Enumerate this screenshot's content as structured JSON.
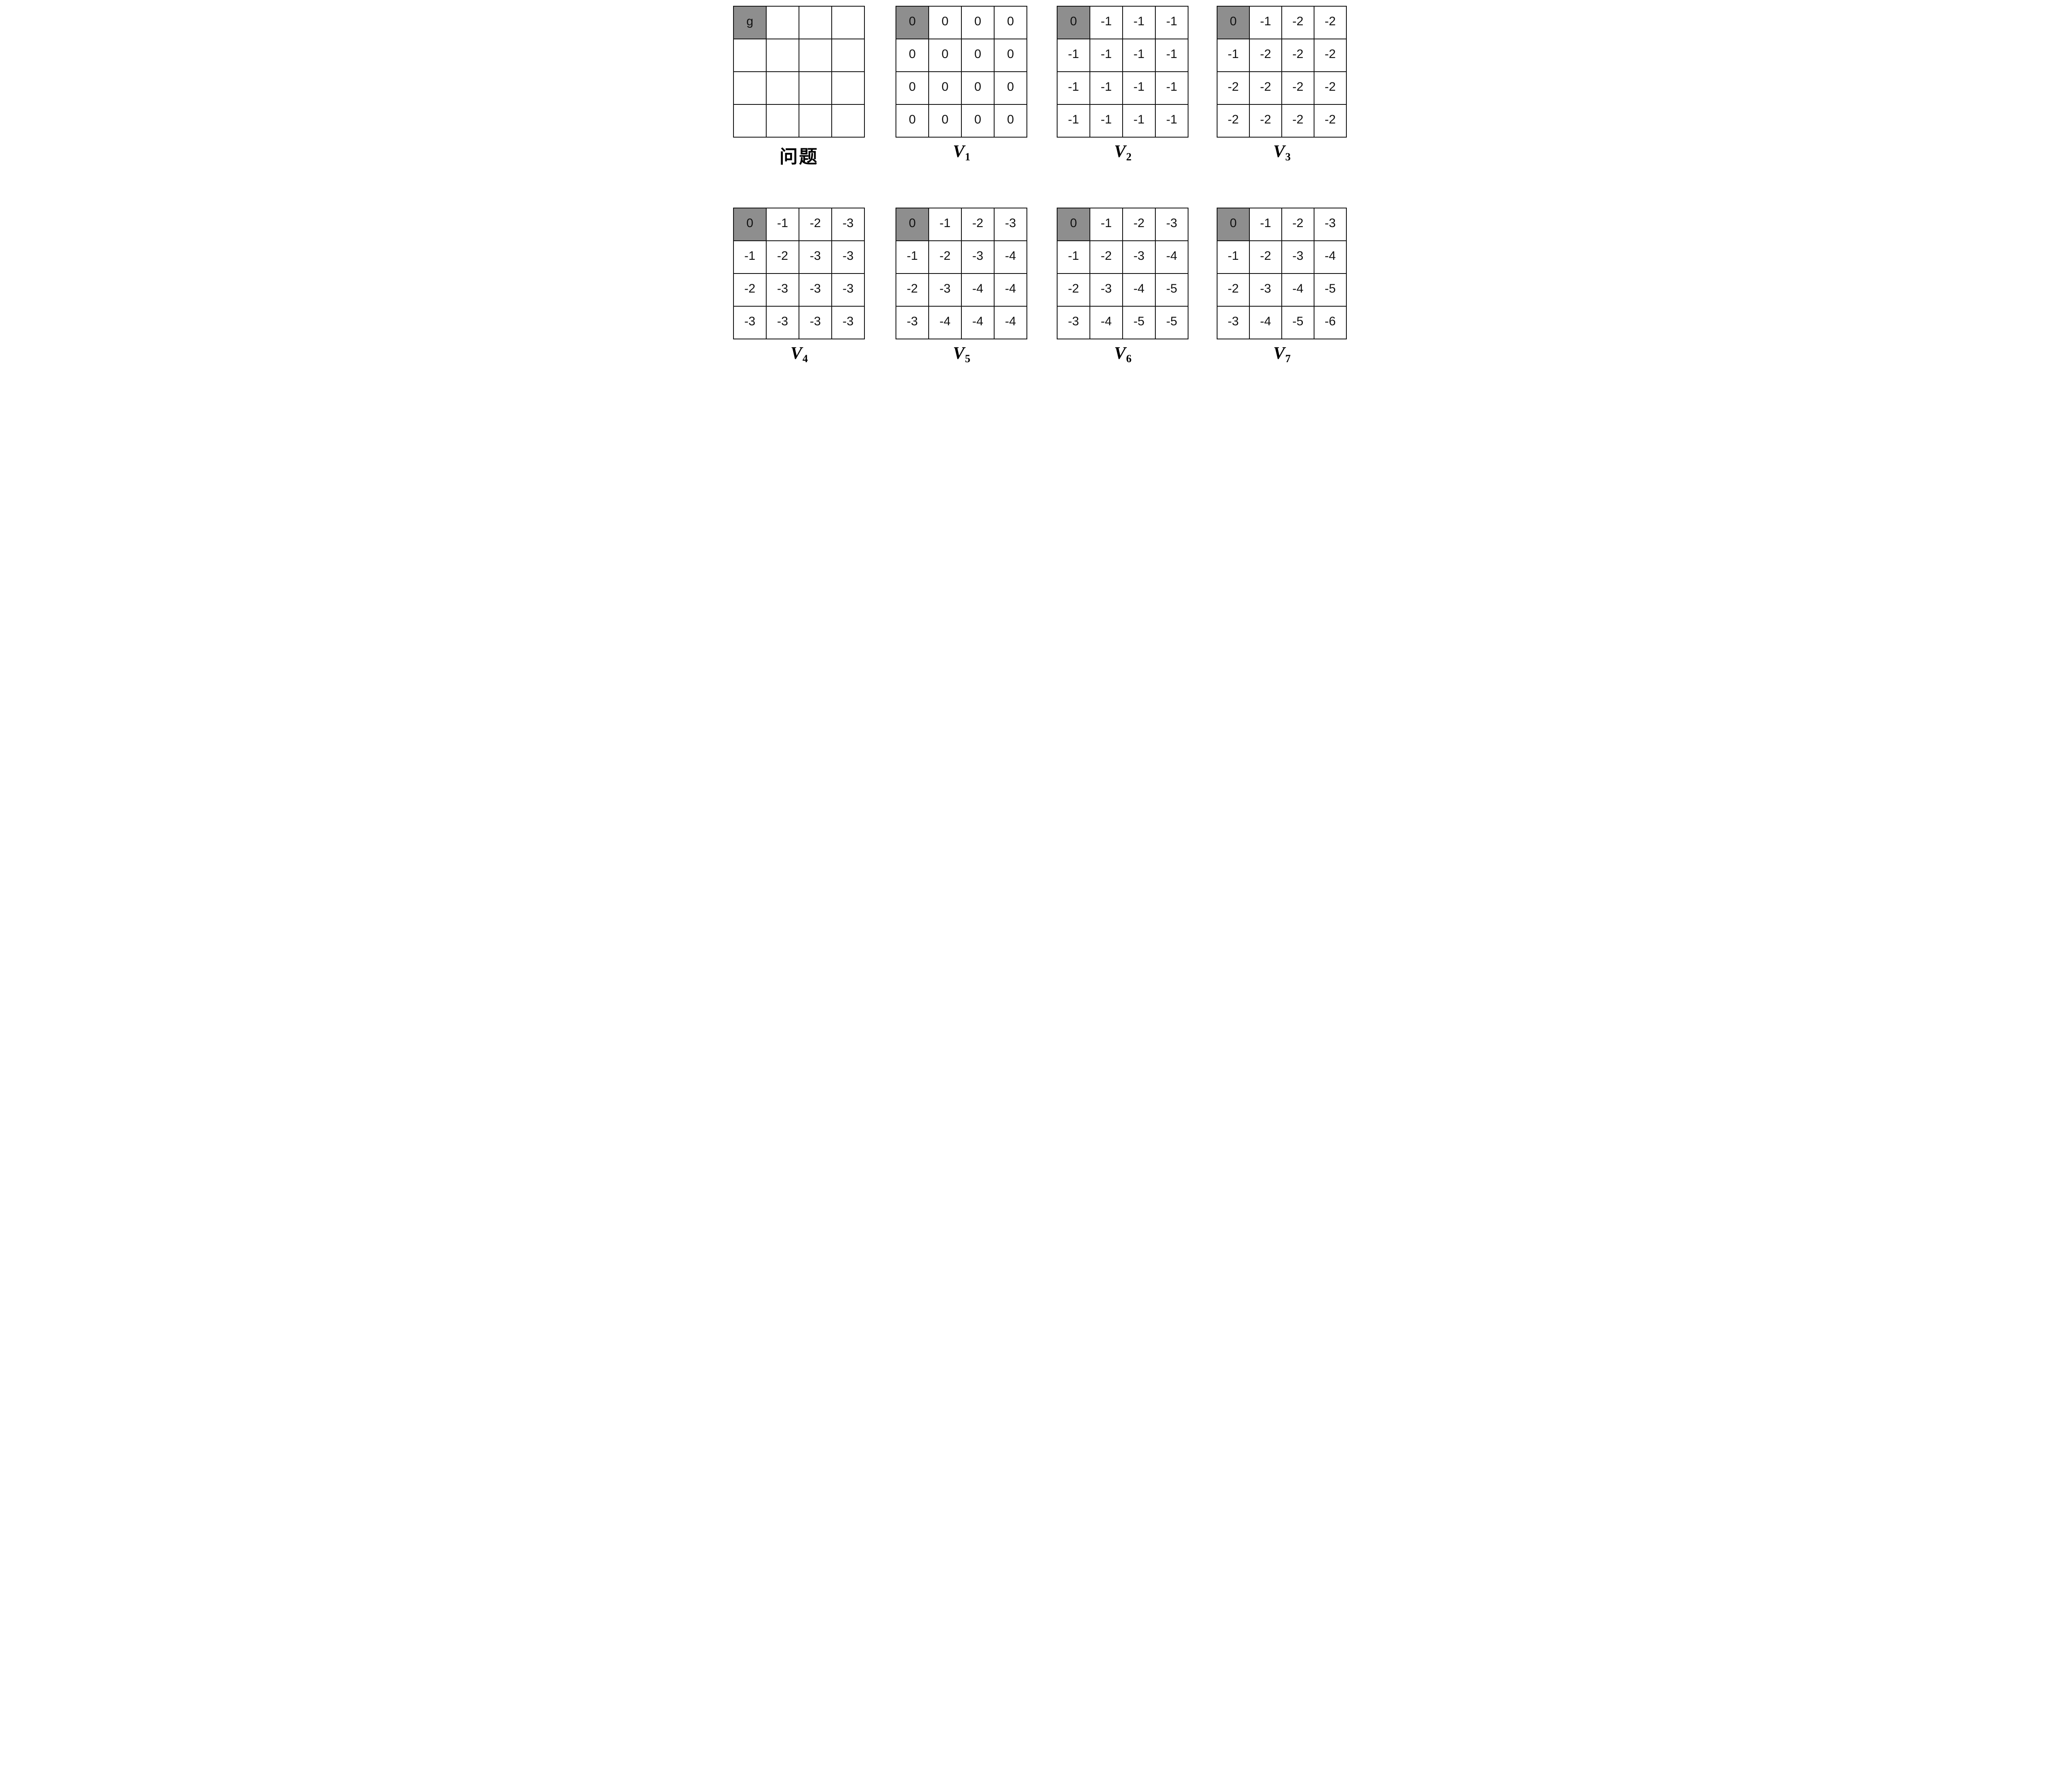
{
  "colors": {
    "goal_fill": "#8e8e8e",
    "grid_line": "#111111",
    "cell_bg": "#ffffff",
    "text": "#111111"
  },
  "panels": [
    {
      "id": "problem",
      "label": "问题",
      "goal_cell_text": "g",
      "cells": [
        [
          "g",
          "",
          "",
          ""
        ],
        [
          "",
          "",
          "",
          ""
        ],
        [
          "",
          "",
          "",
          ""
        ],
        [
          "",
          "",
          "",
          ""
        ]
      ]
    },
    {
      "id": "V1",
      "label_base": "V",
      "label_sub": "1",
      "cells": [
        [
          "0",
          "0",
          "0",
          "0"
        ],
        [
          "0",
          "0",
          "0",
          "0"
        ],
        [
          "0",
          "0",
          "0",
          "0"
        ],
        [
          "0",
          "0",
          "0",
          "0"
        ]
      ]
    },
    {
      "id": "V2",
      "label_base": "V",
      "label_sub": "2",
      "cells": [
        [
          "0",
          "-1",
          "-1",
          "-1"
        ],
        [
          "-1",
          "-1",
          "-1",
          "-1"
        ],
        [
          "-1",
          "-1",
          "-1",
          "-1"
        ],
        [
          "-1",
          "-1",
          "-1",
          "-1"
        ]
      ]
    },
    {
      "id": "V3",
      "label_base": "V",
      "label_sub": "3",
      "cells": [
        [
          "0",
          "-1",
          "-2",
          "-2"
        ],
        [
          "-1",
          "-2",
          "-2",
          "-2"
        ],
        [
          "-2",
          "-2",
          "-2",
          "-2"
        ],
        [
          "-2",
          "-2",
          "-2",
          "-2"
        ]
      ]
    },
    {
      "id": "V4",
      "label_base": "V",
      "label_sub": "4",
      "cells": [
        [
          "0",
          "-1",
          "-2",
          "-3"
        ],
        [
          "-1",
          "-2",
          "-3",
          "-3"
        ],
        [
          "-2",
          "-3",
          "-3",
          "-3"
        ],
        [
          "-3",
          "-3",
          "-3",
          "-3"
        ]
      ]
    },
    {
      "id": "V5",
      "label_base": "V",
      "label_sub": "5",
      "cells": [
        [
          "0",
          "-1",
          "-2",
          "-3"
        ],
        [
          "-1",
          "-2",
          "-3",
          "-4"
        ],
        [
          "-2",
          "-3",
          "-4",
          "-4"
        ],
        [
          "-3",
          "-4",
          "-4",
          "-4"
        ]
      ]
    },
    {
      "id": "V6",
      "label_base": "V",
      "label_sub": "6",
      "cells": [
        [
          "0",
          "-1",
          "-2",
          "-3"
        ],
        [
          "-1",
          "-2",
          "-3",
          "-4"
        ],
        [
          "-2",
          "-3",
          "-4",
          "-5"
        ],
        [
          "-3",
          "-4",
          "-5",
          "-5"
        ]
      ]
    },
    {
      "id": "V7",
      "label_base": "V",
      "label_sub": "7",
      "cells": [
        [
          "0",
          "-1",
          "-2",
          "-3"
        ],
        [
          "-1",
          "-2",
          "-3",
          "-4"
        ],
        [
          "-2",
          "-3",
          "-4",
          "-5"
        ],
        [
          "-3",
          "-4",
          "-5",
          "-6"
        ]
      ]
    }
  ]
}
